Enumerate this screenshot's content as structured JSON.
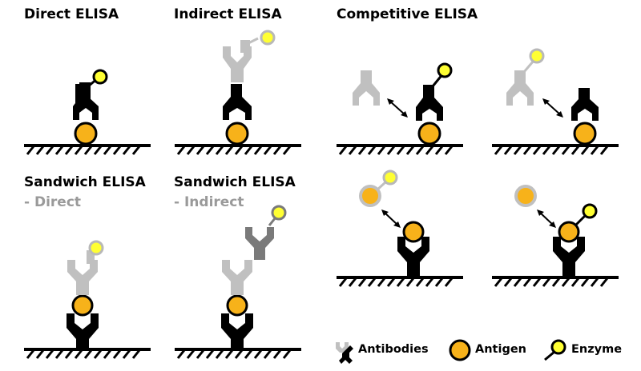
{
  "titles": {
    "direct": "Direct ELISA",
    "indirect": "Indirect ELISA",
    "competitive": "Competitive ELISA",
    "sandwich_direct": "Sandwich ELISA",
    "sandwich_direct_sub": "- Direct",
    "sandwich_indirect": "Sandwich ELISA",
    "sandwich_indirect_sub": "- Indirect"
  },
  "legend": {
    "antibodies": "Antibodies",
    "antigen": "Antigen",
    "enzyme": "Enzyme"
  },
  "colors": {
    "black": "#000000",
    "light_gray": "#c0c0c0",
    "mid_gray": "#7a7a7a",
    "antigen_fill": "#f7b21a",
    "enzyme_fill": "#ffff33",
    "enzyme_ring_gray": "#b8b8b8"
  }
}
